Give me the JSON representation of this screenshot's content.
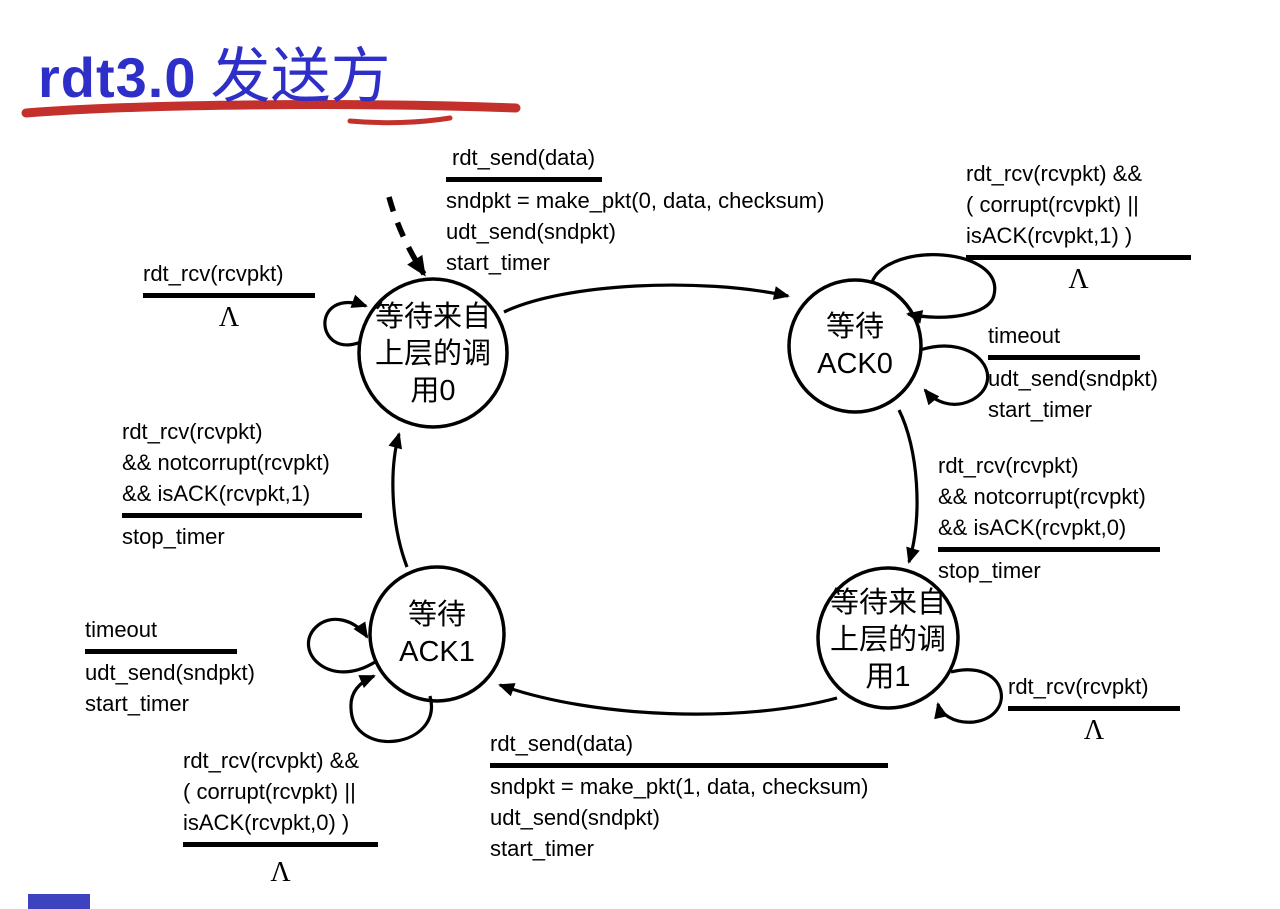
{
  "title": {
    "prefix": "rdt3.0",
    "suffix": "发送方"
  },
  "colors": {
    "title_blue": "#2E2EC8",
    "underline_red": "#C4302B",
    "diagram_black": "#000000",
    "footer_blue": "#3D43BF"
  },
  "states": {
    "wait_call0": {
      "label": "等待来自\n上层的调\n用0"
    },
    "wait_ack0": {
      "label": "等待\nACK0"
    },
    "wait_call1": {
      "label": "等待来自\n上层的调\n用1"
    },
    "wait_ack1": {
      "label": "等待\nACK1"
    }
  },
  "labels": {
    "send0": {
      "event": "rdt_send(data)",
      "action": "sndpkt = make_pkt(0, data, checksum)\nudt_send(sndpkt)\nstart_timer"
    },
    "rcv_ack0_bad": {
      "event": "rdt_rcv(rcvpkt) &&\n( corrupt(rcvpkt) ||\nisACK(rcvpkt,1) )",
      "action": "Λ"
    },
    "rcv_call0": {
      "event": "rdt_rcv(rcvpkt)",
      "action": "Λ"
    },
    "timeout0": {
      "event": "timeout",
      "action": "udt_send(sndpkt)\nstart_timer"
    },
    "rcv_ack0_ok": {
      "event": "rdt_rcv(rcvpkt)\n&& notcorrupt(rcvpkt)\n&& isACK(rcvpkt,0)",
      "action": "stop_timer"
    },
    "rcv_ack1_ok": {
      "event": "rdt_rcv(rcvpkt)\n&& notcorrupt(rcvpkt)\n&& isACK(rcvpkt,1)",
      "action": "stop_timer"
    },
    "timeout1": {
      "event": "timeout",
      "action": "udt_send(sndpkt)\nstart_timer"
    },
    "rcv_ack1_bad": {
      "event": "rdt_rcv(rcvpkt) &&\n( corrupt(rcvpkt) ||\nisACK(rcvpkt,0) )",
      "action": "Λ"
    },
    "send1": {
      "event": "rdt_send(data)",
      "action": "sndpkt = make_pkt(1, data, checksum)\nudt_send(sndpkt)\nstart_timer"
    },
    "rcv_call1": {
      "event": "rdt_rcv(rcvpkt)",
      "action": "Λ"
    }
  }
}
